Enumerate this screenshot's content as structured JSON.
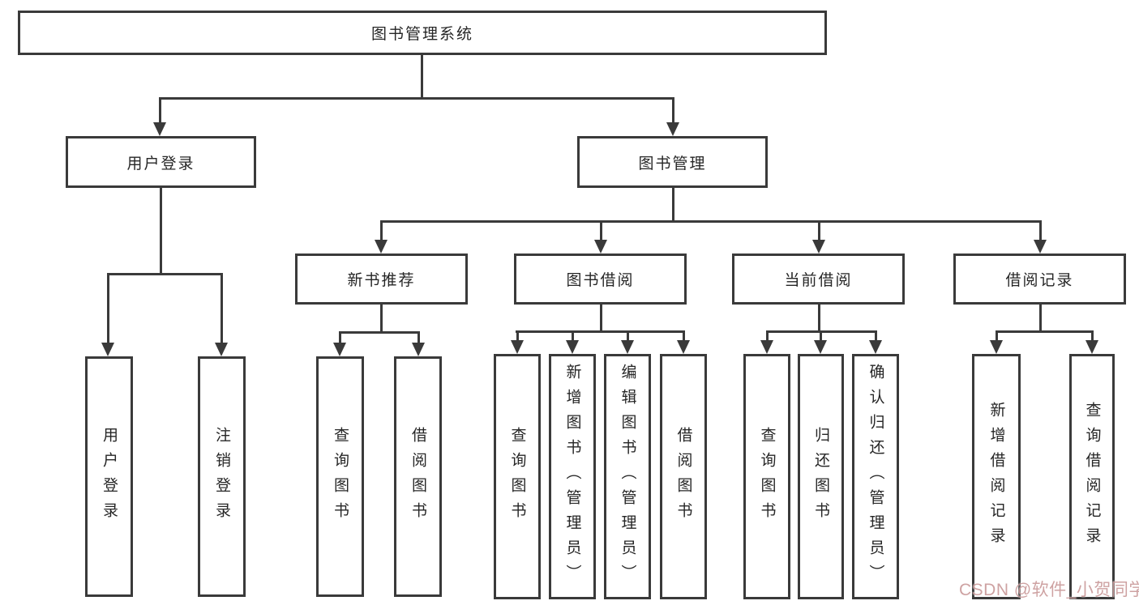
{
  "tree": {
    "root": "图书管理系统",
    "branches": [
      {
        "label": "用户登录",
        "children": [
          "用户登录",
          "注销登录"
        ]
      },
      {
        "label": "图书管理",
        "groups": [
          {
            "label": "新书推荐",
            "children": [
              "查询图书",
              "借阅图书"
            ]
          },
          {
            "label": "图书借阅",
            "children": [
              "查询图书",
              "新增图书（管理员）",
              "编辑图书（管理员）",
              "借阅图书"
            ]
          },
          {
            "label": "当前借阅",
            "children": [
              "查询图书",
              "归还图书",
              "确认归还（管理员）"
            ]
          },
          {
            "label": "借阅记录",
            "children": [
              "新增借阅记录",
              "查询借阅记录"
            ]
          }
        ]
      }
    ]
  },
  "watermark": {
    "text": "CSDN @软件_小贺同学"
  },
  "colors": {
    "line": "#3a3a3a",
    "text": "#262626",
    "background": "#ffffff",
    "watermark": "#c69292"
  }
}
